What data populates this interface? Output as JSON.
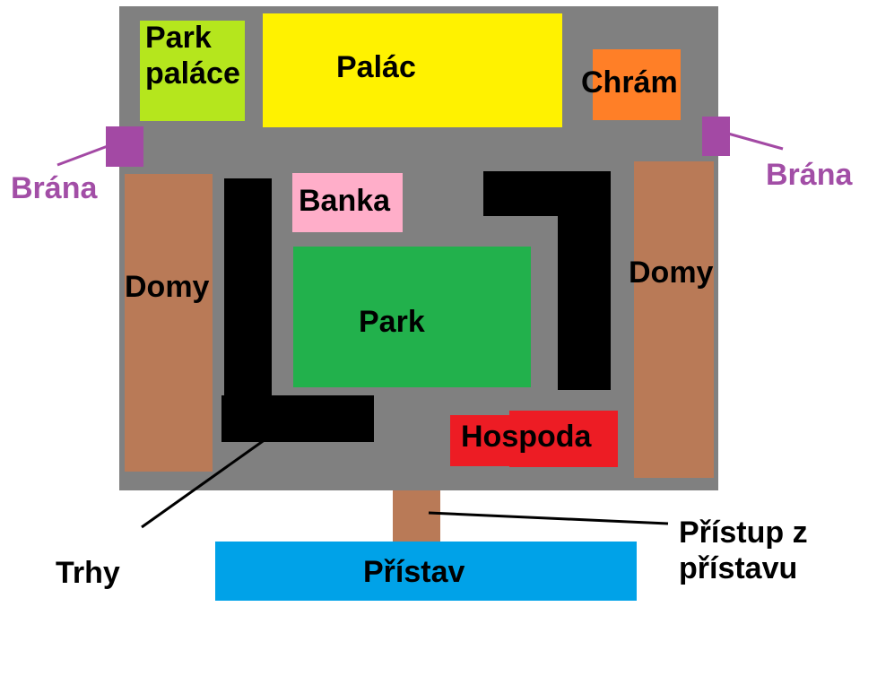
{
  "map": {
    "colors": {
      "city_ground": "#808080",
      "park_palace": "#b5e61d",
      "palace": "#fff200",
      "temple": "#ff7f27",
      "gate": "#a349a4",
      "houses": "#b97a57",
      "bank": "#ffaec9",
      "park": "#22b14c",
      "markets": "#000000",
      "tavern": "#ed1c24",
      "harbor_access": "#b97a57",
      "harbor": "#00a2e8"
    },
    "labels": {
      "park_palace_line1": "Park",
      "park_palace_line2": "paláce",
      "palace": "Palác",
      "temple": "Chrám",
      "gate_left": "Brána",
      "gate_right": "Brána",
      "bank": "Banka",
      "houses_left": "Domy",
      "houses_right": "Domy",
      "park": "Park",
      "tavern": "Hospoda",
      "markets": "Trhy",
      "harbor": "Přístav",
      "harbor_access_line1": "Přístup z",
      "harbor_access_line2": "přístavu"
    }
  }
}
